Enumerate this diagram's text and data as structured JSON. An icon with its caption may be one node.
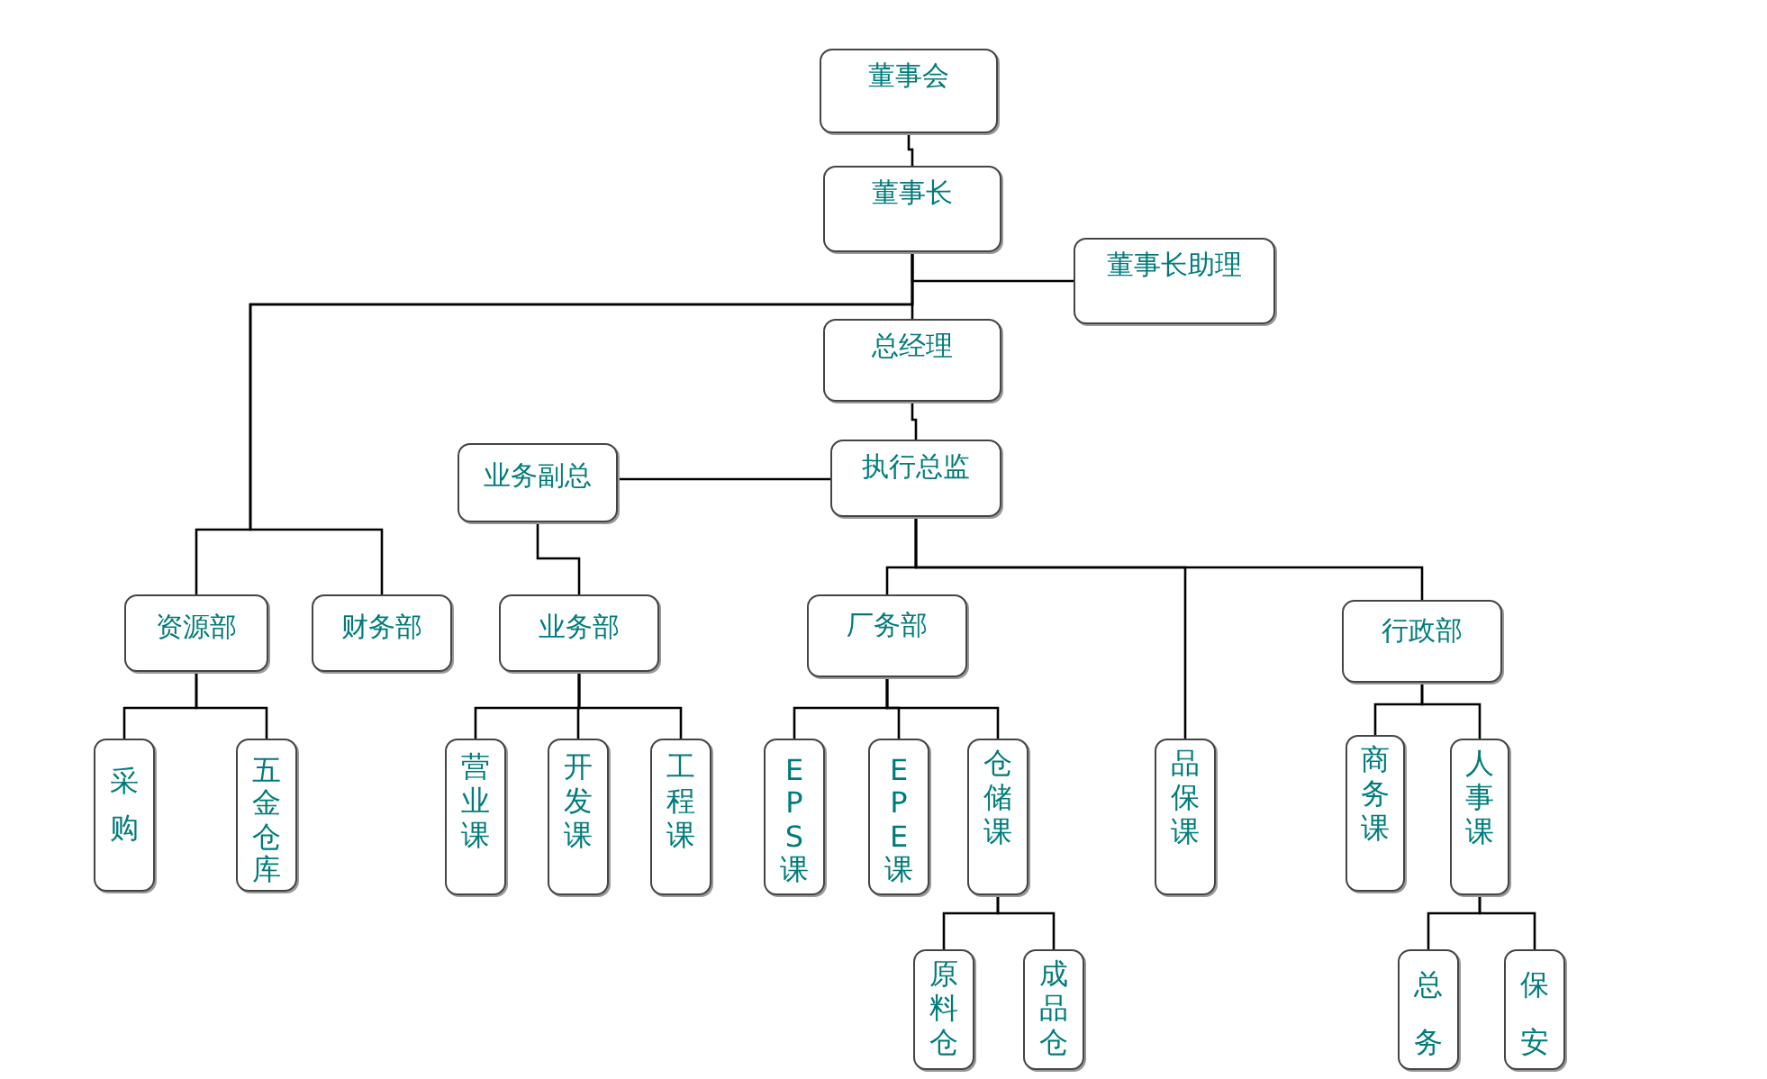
{
  "diagram": {
    "nodes": [
      {
        "text": [
          "董事会"
        ]
      },
      {
        "text": [
          "董事长"
        ]
      },
      {
        "text": [
          "董事长助理"
        ]
      },
      {
        "text": [
          "总经理"
        ]
      },
      {
        "text": [
          "业务副总"
        ]
      },
      {
        "text": [
          "执行总监"
        ]
      },
      {
        "text": [
          "资源部"
        ]
      },
      {
        "text": [
          "财务部"
        ]
      },
      {
        "text": [
          "业务部"
        ]
      },
      {
        "text": [
          "厂务部"
        ]
      },
      {
        "text": [
          "行政部"
        ]
      },
      {
        "text": [
          "采购"
        ]
      },
      {
        "text": [
          "五金仓库"
        ]
      },
      {
        "text": [
          "营业课"
        ]
      },
      {
        "text": [
          "开发课"
        ]
      },
      {
        "text": [
          "工程课"
        ]
      },
      {
        "text": [
          "EPS课"
        ]
      },
      {
        "text": [
          "EPE课"
        ]
      },
      {
        "text": [
          "仓储课"
        ]
      },
      {
        "text": [
          "品保课"
        ]
      },
      {
        "text": [
          "商务课"
        ]
      },
      {
        "text": [
          "人事课"
        ]
      },
      {
        "text": [
          "原料仓"
        ]
      },
      {
        "text": [
          "成品仓"
        ]
      },
      {
        "text": [
          "总务"
        ]
      },
      {
        "text": [
          "保安"
        ]
      }
    ],
    "edges": [
      {
        "from": 0,
        "to": 1,
        "arrow": "none"
      },
      {
        "from": 1,
        "to": 2,
        "arrow": "none"
      },
      {
        "from": 1,
        "to": 3,
        "arrow": "none"
      },
      {
        "from": 1,
        "to": 6,
        "arrow": "none"
      },
      {
        "from": 1,
        "to": 7,
        "arrow": "none"
      },
      {
        "from": 3,
        "to": 5,
        "arrow": "none"
      },
      {
        "from": 5,
        "to": 4,
        "arrow": "none"
      },
      {
        "from": 4,
        "to": 8,
        "arrow": "none"
      },
      {
        "from": 5,
        "to": 9,
        "arrow": "none"
      },
      {
        "from": 5,
        "to": 19,
        "arrow": "none"
      },
      {
        "from": 5,
        "to": 10,
        "arrow": "none"
      },
      {
        "from": 6,
        "to": 11,
        "arrow": "none"
      },
      {
        "from": 6,
        "to": 12,
        "arrow": "none"
      },
      {
        "from": 8,
        "to": 13,
        "arrow": "none"
      },
      {
        "from": 8,
        "to": 14,
        "arrow": "none"
      },
      {
        "from": 8,
        "to": 15,
        "arrow": "none"
      },
      {
        "from": 9,
        "to": 16,
        "arrow": "none"
      },
      {
        "from": 9,
        "to": 17,
        "arrow": "none"
      },
      {
        "from": 9,
        "to": 18,
        "arrow": "none"
      },
      {
        "from": 18,
        "to": 22,
        "arrow": "none"
      },
      {
        "from": 18,
        "to": 23,
        "arrow": "none"
      },
      {
        "from": 10,
        "to": 20,
        "arrow": "none"
      },
      {
        "from": 10,
        "to": 21,
        "arrow": "none"
      },
      {
        "from": 21,
        "to": 24,
        "arrow": "none"
      },
      {
        "from": 21,
        "to": 25,
        "arrow": "none"
      }
    ]
  }
}
